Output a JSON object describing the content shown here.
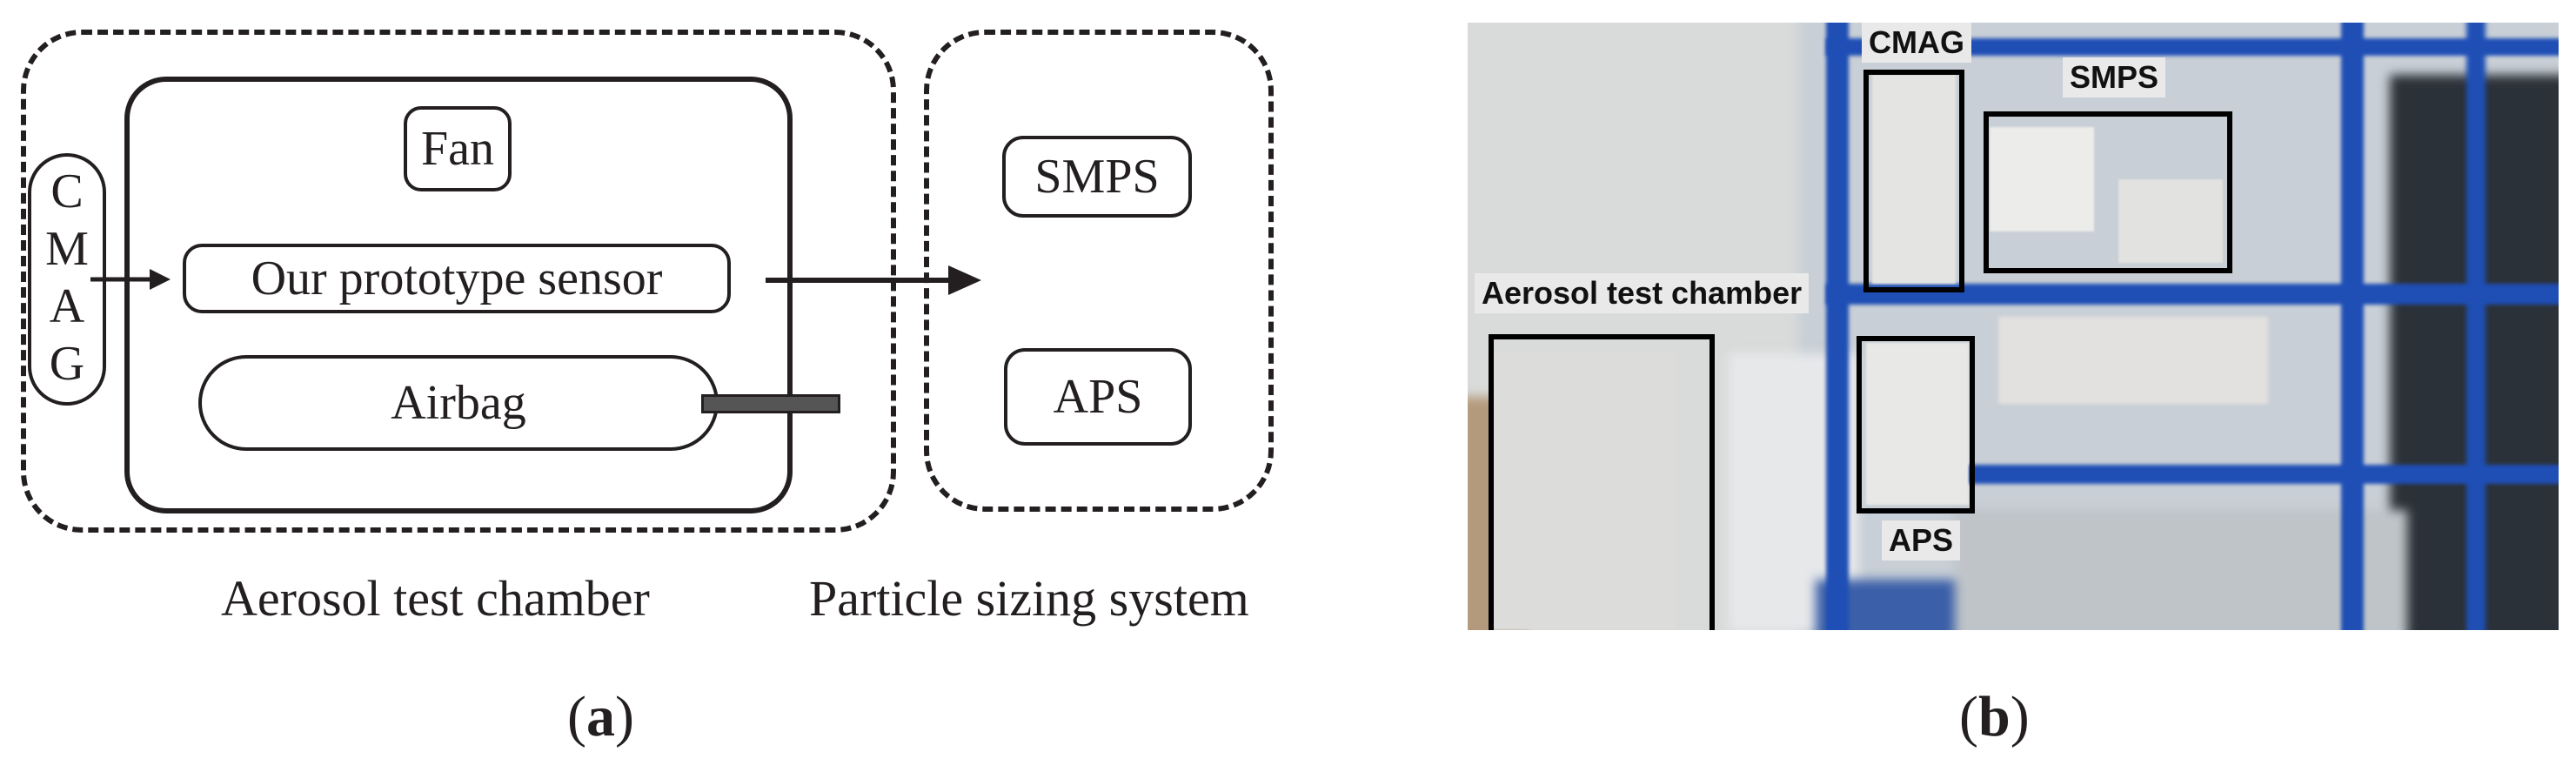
{
  "panel_a": {
    "cmag_letters": [
      "C",
      "M",
      "A",
      "G"
    ],
    "fan": "Fan",
    "sensor": "Our prototype sensor",
    "airbag": "Airbag",
    "smps": "SMPS",
    "aps": "APS",
    "caption_chamber": "Aerosol test chamber",
    "caption_sizing": "Particle sizing system",
    "label": "a"
  },
  "panel_b": {
    "tag_cmag": "CMAG",
    "tag_smps": "SMPS",
    "tag_chamber": "Aerosol test chamber",
    "tag_aps": "APS",
    "label": "b"
  },
  "colors": {
    "ink": "#231f20",
    "shelf_blue": "#1f4fb5",
    "wall": "#d7d9d8"
  }
}
